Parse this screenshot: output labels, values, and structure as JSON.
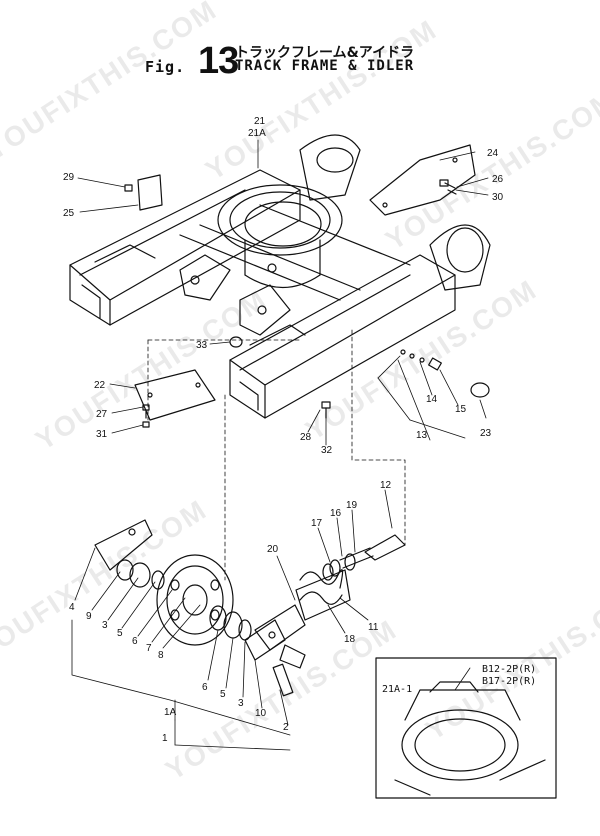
{
  "title": {
    "prefix": "Fig.",
    "number": "13",
    "japanese": "トラックフレーム&アイドラ",
    "english": "TRACK FRAME & IDLER"
  },
  "watermark": "YOUFIXTHIS.COM",
  "callouts": {
    "c21": "21",
    "c21A": "21A",
    "c24": "24",
    "c29": "29",
    "c26": "26",
    "c30": "30",
    "c25": "25",
    "c33": "33",
    "c22": "22",
    "c27": "27",
    "c31": "31",
    "c28": "28",
    "c32": "32",
    "c14": "14",
    "c15": "15",
    "c13": "13",
    "c23": "23",
    "c12": "12",
    "c19": "19",
    "c16": "16",
    "c17": "17",
    "c20": "20",
    "c11": "11",
    "c18": "18",
    "c4": "4",
    "c9": "9",
    "c3a": "3",
    "c5a": "5",
    "c6a": "6",
    "c7": "7",
    "c8": "8",
    "c6b": "6",
    "c5b": "5",
    "c3b": "3",
    "c10": "10",
    "c2": "2",
    "c1A": "1A",
    "c1": "1"
  },
  "inset": {
    "label": "21A-1",
    "note1": "B12-2P(R)",
    "note2": "B17-2P(R)"
  }
}
